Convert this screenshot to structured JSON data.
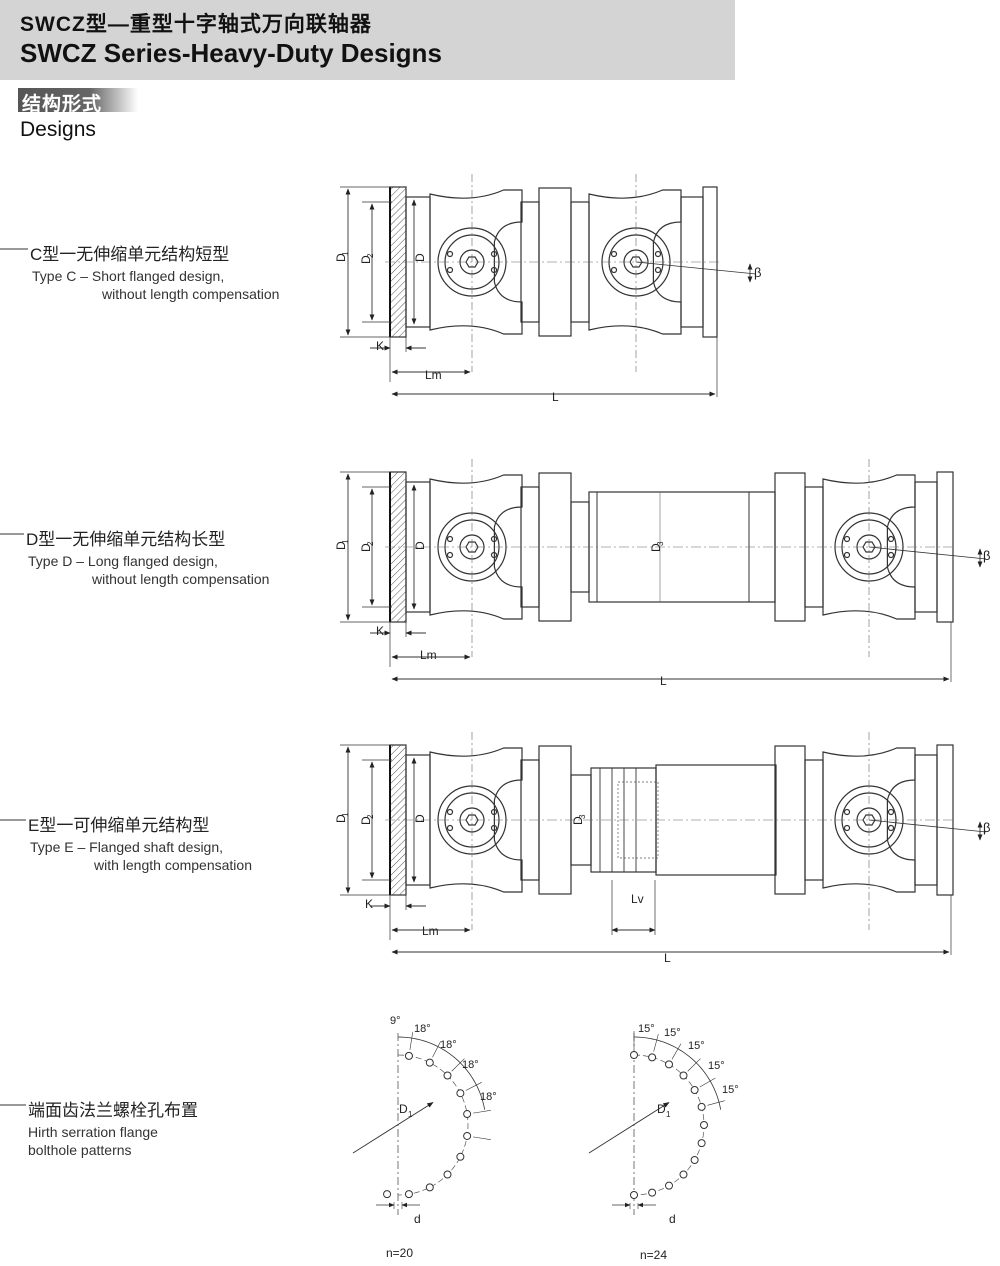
{
  "header": {
    "title_cn": "SWCZ型—重型十字轴式万向联轴器",
    "title_en": "SWCZ Series-Heavy-Duty Designs"
  },
  "section": {
    "title_cn": "结构形式",
    "title_en": "Designs"
  },
  "type_c": {
    "title_cn": "C型一无伸缩单元结构短型",
    "line1": "Type C – Short flanged design,",
    "line2": "without length compensation"
  },
  "type_d": {
    "title_cn": "D型一无伸缩单元结构长型",
    "line1": "Type D – Long flanged design,",
    "line2": "without length compensation"
  },
  "type_e": {
    "title_cn": "E型一可伸缩单元结构型",
    "line1": "Type E – Flanged shaft design,",
    "line2": "with length compensation"
  },
  "bolt": {
    "title_cn": "端面齿法兰螺栓孔布置",
    "line1": "Hirth serration flange",
    "line2": "bolthole patterns"
  },
  "dims": {
    "d1": "D",
    "d1_sub": "1",
    "d2": "D",
    "d2_sub": "2",
    "d": "D",
    "d3": "D",
    "d3_sub": "3",
    "k": "K",
    "lm": "Lm",
    "l": "L",
    "lv": "Lv",
    "beta": "β",
    "small_d": "d"
  },
  "pattern20": {
    "n": "n=20",
    "first": "9°",
    "step": "18°"
  },
  "pattern24": {
    "n": "n=24",
    "step": "15°"
  }
}
